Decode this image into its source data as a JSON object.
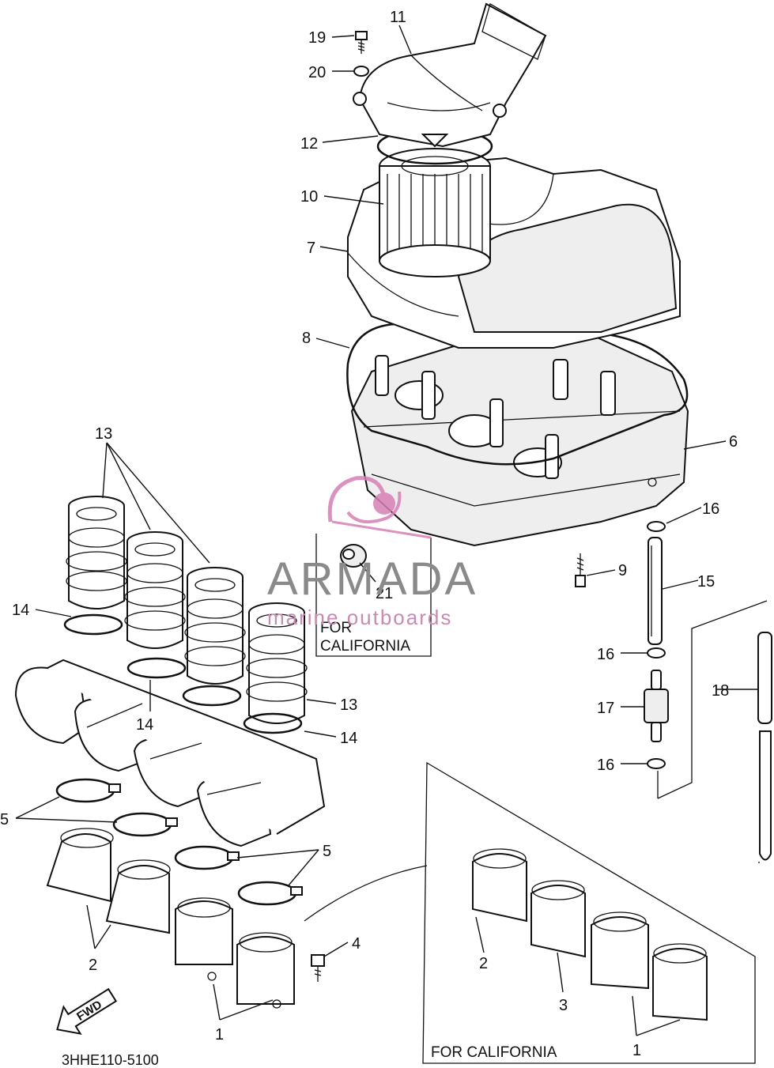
{
  "diagram": {
    "drawing_code": "3HHE110-5100",
    "callouts": {
      "c1a": "1",
      "c1b": "1",
      "c2a": "2",
      "c2b": "2",
      "c3": "3",
      "c4": "4",
      "c5a": "5",
      "c5b": "5",
      "c6": "6",
      "c7": "7",
      "c8": "8",
      "c9": "9",
      "c10": "10",
      "c11": "11",
      "c12": "12",
      "c13a": "13",
      "c13b": "13",
      "c14a": "14",
      "c14b": "14",
      "c14c": "14",
      "c15": "15",
      "c16a": "16",
      "c16b": "16",
      "c16c": "16",
      "c17": "17",
      "c18": "18",
      "c19": "19",
      "c20": "20",
      "c21": "21"
    },
    "california_box_small": {
      "line1": "FOR",
      "line2": "CALIFORNIA"
    },
    "california_box_large": {
      "label": "FOR CALIFORNIA"
    },
    "fwd_arrow": {
      "label": "FWD",
      "icon": "forward-arrow-icon"
    }
  },
  "watermark": {
    "brand": "ARMADA",
    "tagline": "marine outboards",
    "logo_color": "#d77fb4",
    "text_color": "#8a8a8a"
  }
}
